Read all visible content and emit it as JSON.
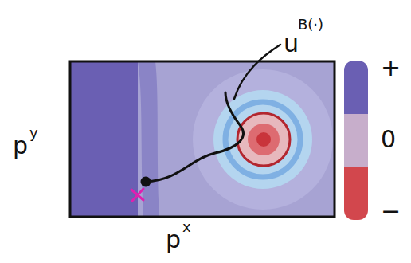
{
  "diagram": {
    "labels": [
      "u",
      "B(·)",
      "p",
      "y",
      "p",
      "x"
    ],
    "legend": [
      {
        "text": "+",
        "color": "#6a5fb3"
      },
      {
        "text": "0",
        "color": "#c7aecb"
      },
      {
        "text": "−",
        "color": "#d2474d"
      }
    ]
  }
}
